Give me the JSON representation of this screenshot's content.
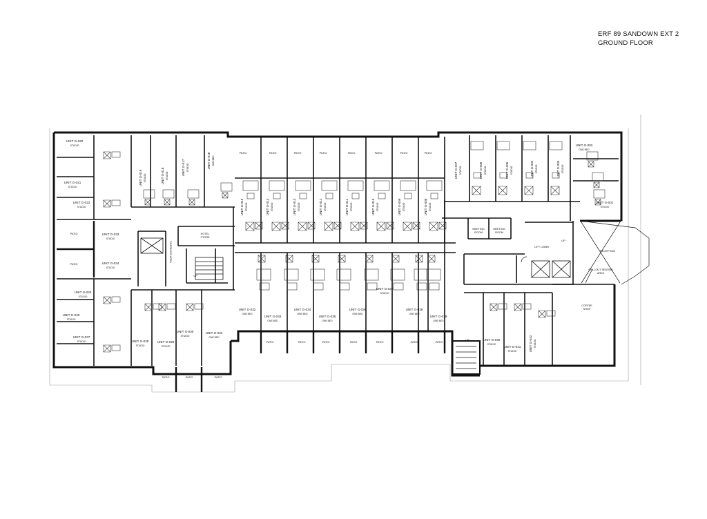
{
  "title": {
    "line1": "ERF 89 SANDOWN EXT 2",
    "line2": "GROUND FLOOR"
  },
  "rooms": {
    "patio": "PATIO",
    "hotel_store": "HOTEL STORE",
    "corridor_area": "CORRIDOR AREA",
    "meeting_room": "MEETING ROOM",
    "lift_lobby": "LIFT LOBBY",
    "reception": "RECEPTION",
    "spillout": "SPILLOUT SEATING AREA",
    "coffee_shop": "COFFEE SHOP",
    "up": "UP"
  },
  "unit_types": {
    "studio": "STUDIO",
    "one_bed": "ONE BED"
  },
  "units": [
    {
      "id": "g020",
      "label": "UNIT G-020",
      "type": "STUDIO"
    },
    {
      "id": "g021",
      "label": "UNIT G-021",
      "type": "STUDIO"
    },
    {
      "id": "g022",
      "label": "UNIT G-022",
      "type": "STUDIO"
    },
    {
      "id": "g019",
      "label": "UNIT G-019",
      "type": "STUDIO"
    },
    {
      "id": "g018",
      "label": "UNIT G-018",
      "type": "STUDIO"
    },
    {
      "id": "g017",
      "label": "UNIT G-017",
      "type": "STUDIO"
    },
    {
      "id": "g016",
      "label": "UNIT G-016",
      "type": "ONE BED"
    },
    {
      "id": "g015",
      "label": "UNIT G-015",
      "type": "STUDIO"
    },
    {
      "id": "g014",
      "label": "UNIT G-014",
      "type": "STUDIO"
    },
    {
      "id": "g013",
      "label": "UNIT G-013",
      "type": "STUDIO"
    },
    {
      "id": "g012",
      "label": "UNIT G-012",
      "type": "STUDIO"
    },
    {
      "id": "g011",
      "label": "UNIT G-011",
      "type": "STUDIO"
    },
    {
      "id": "g010",
      "label": "UNIT G-010",
      "type": "STUDIO"
    },
    {
      "id": "g009",
      "label": "UNIT G-009",
      "type": "STUDIO"
    },
    {
      "id": "g008",
      "label": "UNIT G-008",
      "type": "STUDIO"
    },
    {
      "id": "g007",
      "label": "UNIT G-007",
      "type": "STUDIO"
    },
    {
      "id": "g006",
      "label": "UNIT G-006",
      "type": "STUDIO"
    },
    {
      "id": "g005",
      "label": "UNIT G-005",
      "type": "STUDIO"
    },
    {
      "id": "g004",
      "label": "UNIT G-004",
      "type": "STUDIO"
    },
    {
      "id": "g003",
      "label": "UNIT G-003",
      "type": "STUDIO"
    },
    {
      "id": "g002",
      "label": "UNIT G-002",
      "type": "ONE BED"
    },
    {
      "id": "g001",
      "label": "UNIT G-001",
      "type": "STUDIO"
    },
    {
      "id": "g023",
      "label": "UNIT G-023",
      "type": "STUDIO"
    },
    {
      "id": "g024",
      "label": "UNIT G-024",
      "type": "STUDIO"
    },
    {
      "id": "g025",
      "label": "UNIT G-025",
      "type": "STUDIO"
    },
    {
      "id": "g026",
      "label": "UNIT G-026",
      "type": "STUDIO"
    },
    {
      "id": "g027",
      "label": "UNIT G-027",
      "type": "STUDIO"
    },
    {
      "id": "g028",
      "label": "UNIT G-028",
      "type": "STUDIO"
    },
    {
      "id": "g029",
      "label": "UNIT G-029",
      "type": "STUDIO"
    },
    {
      "id": "g030",
      "label": "UNIT G-030",
      "type": "STUDIO"
    },
    {
      "id": "g031",
      "label": "UNIT G-031",
      "type": "ONE BED"
    },
    {
      "id": "g032",
      "label": "UNIT G-032",
      "type": "ONE BED"
    },
    {
      "id": "g033",
      "label": "UNIT G-033",
      "type": "ONE BED"
    },
    {
      "id": "g034",
      "label": "UNIT G-034",
      "type": "ONE BED"
    },
    {
      "id": "g035",
      "label": "UNIT G-035",
      "type": "ONE BED"
    },
    {
      "id": "g036",
      "label": "UNIT G-036",
      "type": "ONE BED"
    },
    {
      "id": "g037",
      "label": "UNIT G-037",
      "type": "STUDIO"
    },
    {
      "id": "g038",
      "label": "UNIT G-038",
      "type": "ONE BED"
    },
    {
      "id": "g039",
      "label": "UNIT G-039",
      "type": "ONE BED"
    },
    {
      "id": "g040",
      "label": "UNIT G-040",
      "type": "STUDIO"
    },
    {
      "id": "g041",
      "label": "UNIT G-041",
      "type": "STUDIO"
    },
    {
      "id": "g042",
      "label": "UNIT G-042",
      "type": "STUDIO"
    }
  ]
}
